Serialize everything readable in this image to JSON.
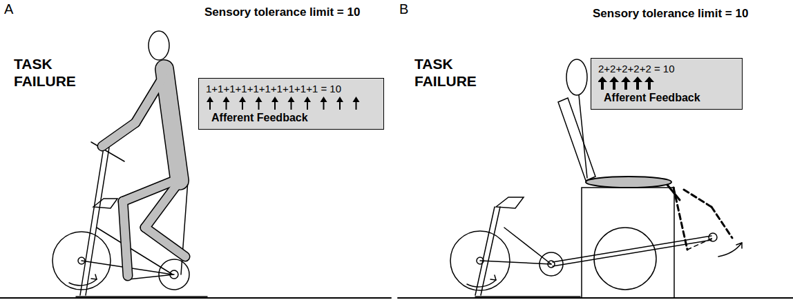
{
  "diagram": {
    "nodes": [
      {
        "text": [
          "1+1+1+1+1+1+1+1+1+1 = 10",
          "Afferent Feedback"
        ]
      },
      {
        "text": [
          "2+2+2+2+2 = 10",
          "Afferent Feedback"
        ]
      }
    ],
    "labels": [
      "A",
      "Sensory tolerance limit = 10",
      "TASK FAILURE",
      "B",
      "Sensory tolerance limit = 10",
      "TASK FAILURE"
    ]
  }
}
